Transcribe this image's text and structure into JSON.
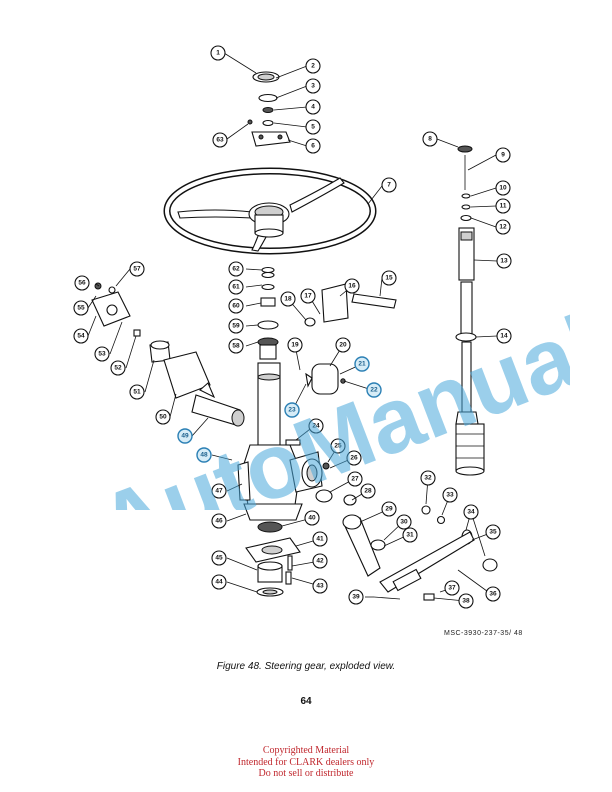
{
  "figure": {
    "drawing_code": "MSC-3930-237-35/ 48",
    "caption": "Figure 48.  Steering gear, exploded view.",
    "callouts": [
      "1",
      "2",
      "3",
      "4",
      "5",
      "6",
      "7",
      "8",
      "9",
      "10",
      "11",
      "12",
      "13",
      "14",
      "15",
      "16",
      "17",
      "18",
      "19",
      "20",
      "21",
      "22",
      "23",
      "24",
      "25",
      "26",
      "27",
      "28",
      "29",
      "30",
      "31",
      "32",
      "33",
      "34",
      "35",
      "36",
      "37",
      "38",
      "39",
      "40",
      "41",
      "42",
      "43",
      "44",
      "45",
      "46",
      "47",
      "48",
      "49",
      "50",
      "51",
      "52",
      "53",
      "54",
      "55",
      "56",
      "57",
      "58",
      "59",
      "60",
      "61",
      "62",
      "63"
    ]
  },
  "watermark": {
    "text": "AutoManual",
    "color": "#4aa9dc"
  },
  "page": {
    "number": "64"
  },
  "notice": {
    "line1": "Copyrighted Material",
    "line2": "Intended for CLARK dealers only",
    "line3": "Do not sell or distribute",
    "color": "#c0272d"
  }
}
